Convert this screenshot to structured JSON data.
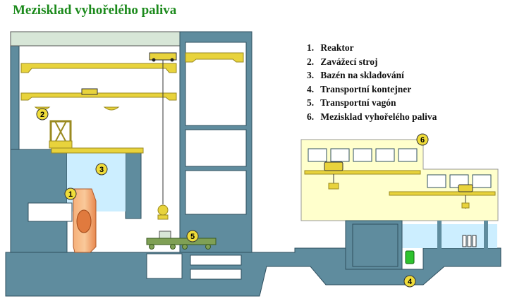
{
  "title": "Mezisklad vyhořelého paliva",
  "legend": [
    {
      "number": "1.",
      "label": "Reaktor"
    },
    {
      "number": "2.",
      "label": "Zavážecí stroj"
    },
    {
      "number": "3.",
      "label": "Bazén na skladování"
    },
    {
      "number": "4.",
      "label": "Transportní kontejner"
    },
    {
      "number": "5.",
      "label": "Transportní vagón"
    },
    {
      "number": "6.",
      "label": "Mezisklad vyhořelého paliva"
    }
  ],
  "badges": {
    "b1": "1",
    "b2": "2",
    "b3": "3",
    "b4": "4",
    "b5": "5",
    "b6": "6"
  },
  "colors": {
    "wall": "#5f8c9e",
    "roof": "#d7e6d7",
    "crane": "#e8d33c",
    "water": "#cceeff",
    "storage_interior": "#ffffcc",
    "reactor": "#f4a26a",
    "wagon": "#7fa055",
    "badge": "#f0dd3a",
    "title": "#1c8a1c"
  }
}
